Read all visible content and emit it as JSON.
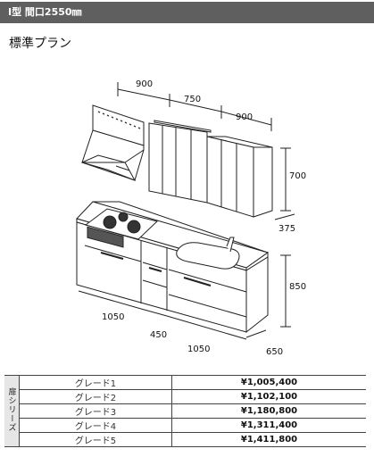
{
  "header": {
    "label": "I型 間口2550㎜"
  },
  "plan": {
    "title": "標準プラン"
  },
  "dimensions": {
    "upper_left": "900",
    "upper_middle": "750",
    "upper_right": "900",
    "wall_cabinet_height": "700",
    "wall_cabinet_depth": "375",
    "counter_height": "850",
    "base_left": "1050",
    "base_middle": "450",
    "base_right": "1050",
    "counter_depth": "650"
  },
  "price_table": {
    "series_label": "扉シリーズ",
    "rows": [
      {
        "grade": "グレード1",
        "price": "¥1,005,400"
      },
      {
        "grade": "グレード2",
        "price": "¥1,102,100"
      },
      {
        "grade": "グレード3",
        "price": "¥1,180,800"
      },
      {
        "grade": "グレード4",
        "price": "¥1,311,400"
      },
      {
        "grade": "グレード5",
        "price": "¥1,411,800"
      }
    ]
  },
  "colors": {
    "header_bg": "#5f5f5f",
    "series_bg": "#e6e6e6"
  }
}
